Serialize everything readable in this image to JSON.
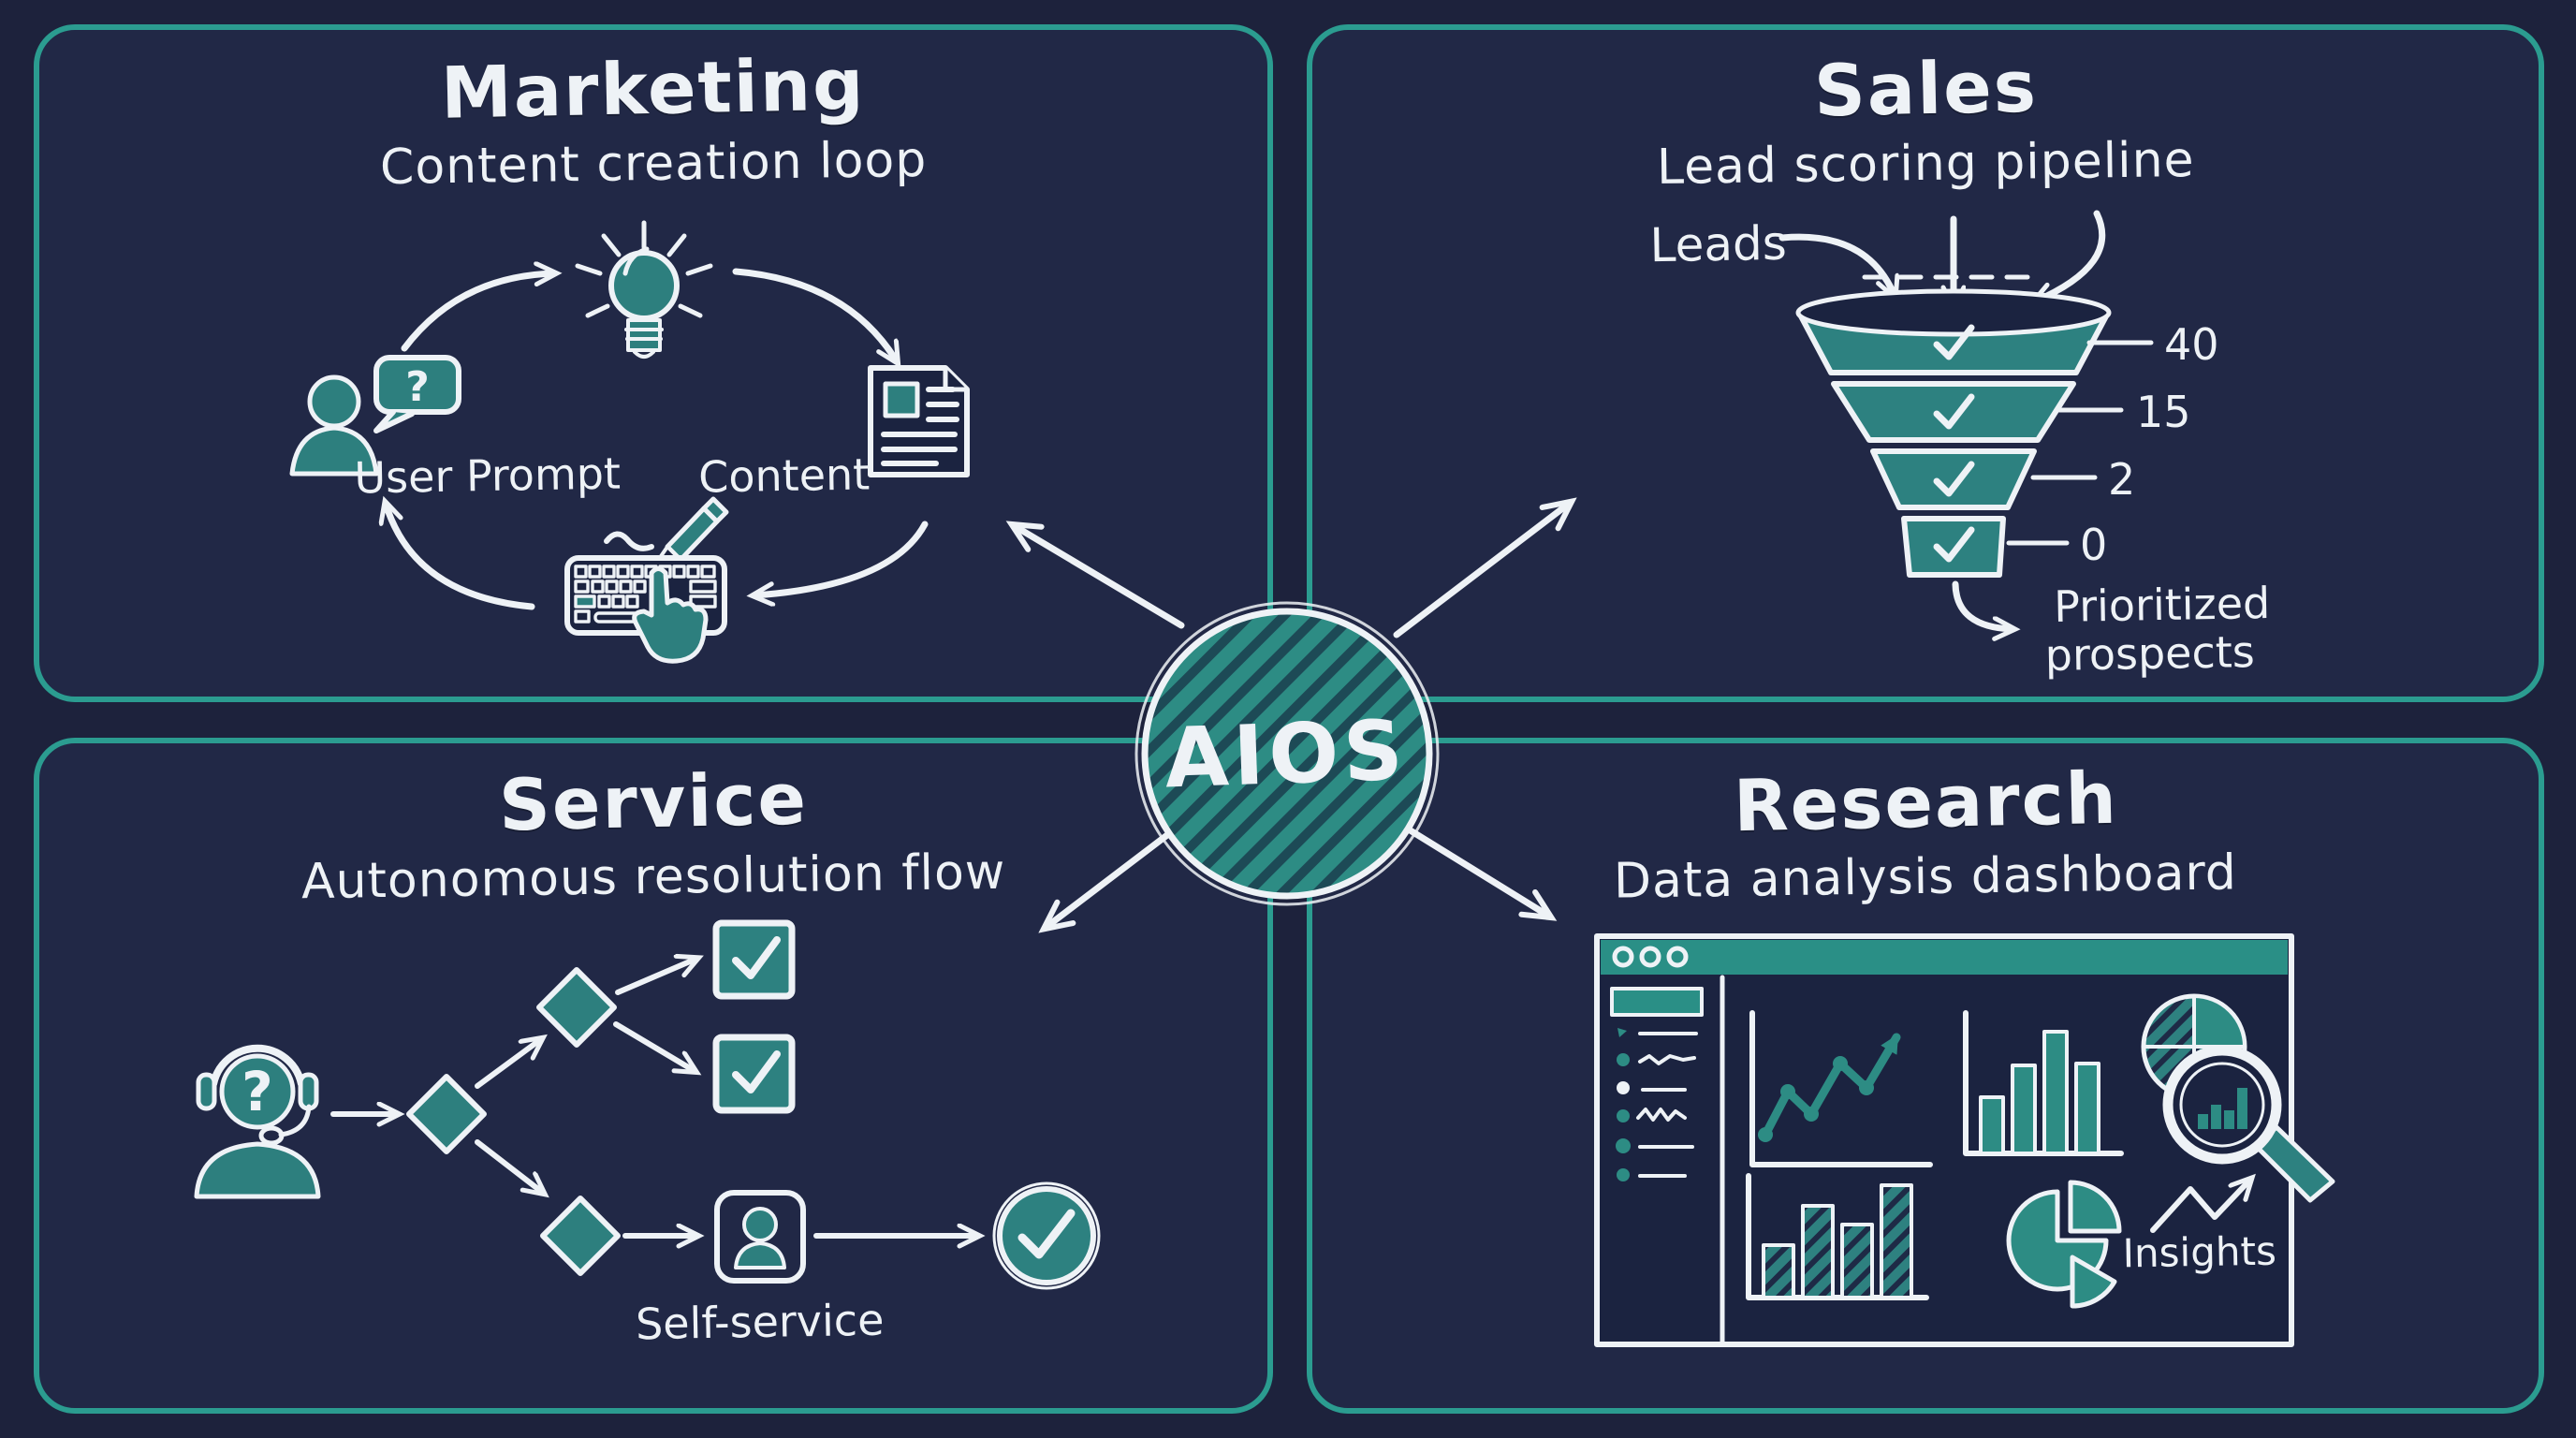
{
  "colors": {
    "background": "#1d223c",
    "panel_fill": "#212846",
    "panel_border_teal": "#2b9c90",
    "icon_teal": "#2d7f7e",
    "bright_teal": "#2d8c84",
    "ink_white": "#eef2f6"
  },
  "center": {
    "label": "AIOS"
  },
  "panels": {
    "marketing": {
      "title": "Marketing",
      "subtitle": "Content creation loop",
      "labels": {
        "user_prompt": "User Prompt",
        "content": "Content"
      },
      "bubble_question": "?",
      "icons": [
        "user-icon",
        "speech-bubble-question-icon",
        "lightbulb-icon",
        "document-icon",
        "pencil-icon",
        "keyboard-icon",
        "hand-cursor-icon"
      ]
    },
    "sales": {
      "title": "Sales",
      "subtitle": "Lead scoring pipeline",
      "leads_label": "Leads",
      "funnel_stages": [
        {
          "value": "40"
        },
        {
          "value": "15"
        },
        {
          "value": "2"
        },
        {
          "value": "0"
        }
      ],
      "outcome_line1": "Prioritized",
      "outcome_line2": "prospects",
      "icons": [
        "funnel-icon",
        "checkmark-icon"
      ]
    },
    "service": {
      "title": "Service",
      "subtitle": "Autonomous resolution flow",
      "agent_question": "?",
      "self_service_label": "Self-service",
      "icons": [
        "support-agent-icon",
        "decision-diamond-icon",
        "checkbox-checked-icon",
        "self-service-card-icon",
        "resolved-check-circle-icon"
      ]
    },
    "research": {
      "title": "Research",
      "subtitle": "Data analysis dashboard",
      "insights_label": "Insights",
      "icons": [
        "browser-window-icon",
        "window-controls-icon",
        "sidebar-icon",
        "line-chart-icon",
        "bar-chart-icon",
        "pie-chart-icon",
        "magnifier-icon",
        "hatched-bar-chart-icon",
        "exploded-pie-icon",
        "trend-arrow-icon"
      ]
    }
  }
}
